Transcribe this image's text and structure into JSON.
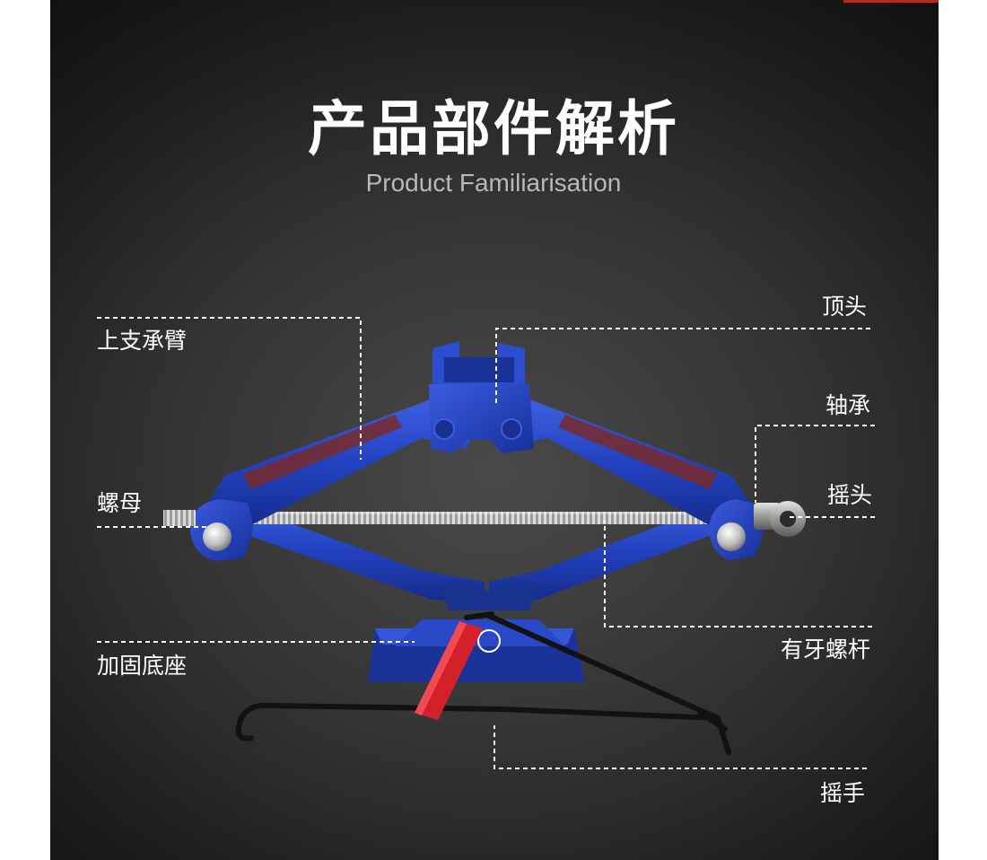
{
  "header": {
    "title": "产品部件解析",
    "subtitle": "Product Familiarisation"
  },
  "parts": {
    "upper_arm": "上支承臂",
    "top_head": "顶头",
    "bearing": "轴承",
    "crank_head": "摇头",
    "nut": "螺母",
    "threaded_rod": "有牙螺杆",
    "reinforced_base": "加固底座",
    "crank_handle": "摇手"
  },
  "colors": {
    "jack_blue": "#1f3fb5",
    "handle_red": "#d4202a",
    "background_dark": "#2a2a2a",
    "label_text": "#ffffff",
    "leader_line": "#ffffff"
  }
}
